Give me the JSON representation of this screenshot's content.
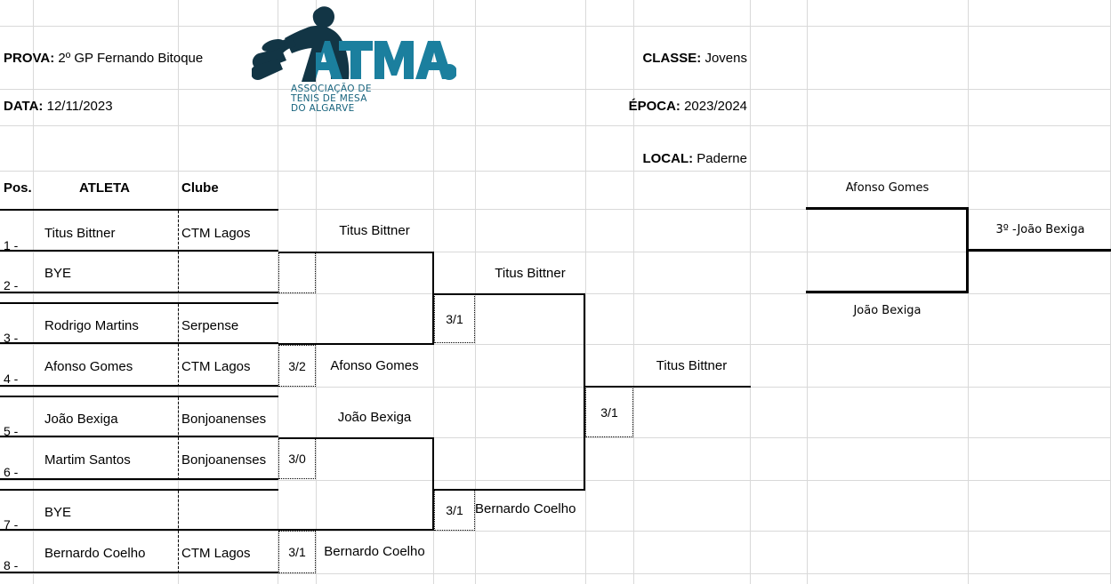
{
  "meta": {
    "labels": {
      "prova": "PROVA:",
      "data": "DATA:",
      "classe": "CLASSE:",
      "epoca": "ÉPOCA:",
      "local": "LOCAL:"
    },
    "values": {
      "prova": "2º GP Fernando Bitoque",
      "data": "12/11/2023",
      "classe": "Jovens",
      "epoca": "2023/2024",
      "local": "Paderne"
    }
  },
  "logo": {
    "wordmark": "ATMA.",
    "line1": "ASSOCIAÇÃO DE",
    "line2": "TENIS DE MESA",
    "line3": "DO ALGARVE",
    "colors": {
      "dark": "#123545",
      "teal": "#1b7f9e"
    }
  },
  "table": {
    "headers": {
      "pos": "Pos.",
      "atleta": "ATLETA",
      "clube": "Clube"
    },
    "rows": [
      {
        "pos": "1 -",
        "atleta": "Titus Bittner",
        "clube": "CTM Lagos"
      },
      {
        "pos": "2 -",
        "atleta": "BYE",
        "clube": ""
      },
      {
        "pos": "3 -",
        "atleta": "Rodrigo Martins",
        "clube": "Serpense"
      },
      {
        "pos": "4 -",
        "atleta": "Afonso Gomes",
        "clube": "CTM Lagos"
      },
      {
        "pos": "5 -",
        "atleta": "João Bexiga",
        "clube": "Bonjoanenses"
      },
      {
        "pos": "6 -",
        "atleta": "Martim Santos",
        "clube": "Bonjoanenses"
      },
      {
        "pos": "7 -",
        "atleta": "BYE",
        "clube": ""
      },
      {
        "pos": "8 -",
        "atleta": "Bernardo Coelho",
        "clube": "CTM Lagos"
      }
    ]
  },
  "bracket": {
    "round1": [
      {
        "winner": "Titus Bittner",
        "score": ""
      },
      {
        "winner": "Afonso Gomes",
        "score": "3/2"
      },
      {
        "winner": "João Bexiga",
        "score": "3/0"
      },
      {
        "winner": "Bernardo Coelho",
        "score": "3/1"
      }
    ],
    "round2": [
      {
        "winner": "Titus Bittner",
        "score": "3/1"
      },
      {
        "winner": "Bernardo Coelho",
        "score": "3/1"
      }
    ],
    "final": [
      {
        "winner": "Titus Bittner",
        "score": "3/1"
      }
    ],
    "third_place": {
      "player_top": "Afonso Gomes",
      "player_bottom": "João Bexiga",
      "result": "3º -João Bexiga"
    }
  }
}
